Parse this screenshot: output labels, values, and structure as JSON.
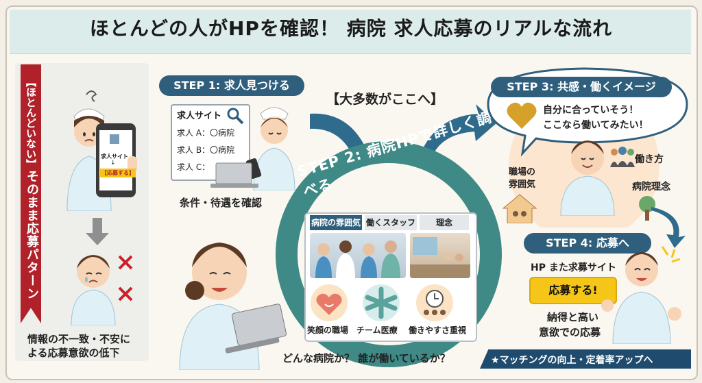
{
  "title": "ほとんどの人がHPを確認！ 病院 求人応募のリアルな流れ",
  "left": {
    "banner_text": "【ほとんどいない】",
    "pattern_text": "そのまま応募パターン",
    "phone_site_text": "求人サイト",
    "phone_arrow": "↓",
    "phone_button": "【応募する】",
    "caption_line1": "情報の不一致・不安に",
    "caption_line2": "よる応募意欲の低下"
  },
  "step1": {
    "label": "STEP 1: 求人見つける",
    "site_title": "求人サイト",
    "rows": [
      "求人 A：〇病院",
      "求人 B：〇病院",
      "求人 C："
    ],
    "caption": "条件・待遇を確認"
  },
  "majority": "【大多数がここへ】",
  "step2": {
    "label": "STEP 2: 病院HPで詳しく調べる",
    "tabs": [
      "病院の雰囲気",
      "働くスタッフ",
      "理念"
    ],
    "features": [
      "笑顔の職場",
      "チーム医療",
      "働きやすさ重視"
    ],
    "question": "どんな病院か？ 誰が働いているか？"
  },
  "step3": {
    "label": "STEP 3: 共感・働くイメージ",
    "line1": "自分に合っていそう！",
    "line2": "ここなら働いてみたい！",
    "atmosphere_line1": "職場の",
    "atmosphere_line2": "雰囲気",
    "workstyle": "働き方",
    "philosophy": "病院理念"
  },
  "step4": {
    "label": "STEP 4: 応募へ",
    "source": "HP また求募サイト",
    "button": "応募する!",
    "result_line1": "納得と高い",
    "result_line2": "意欲での応募"
  },
  "footer": "★マッチングの向上・定着率アップへ",
  "colors": {
    "navy": "#2f5f7c",
    "red": "#b0212a",
    "teal": "#3f8a86",
    "yellow": "#f5c518",
    "peach": "#fce6cf"
  }
}
